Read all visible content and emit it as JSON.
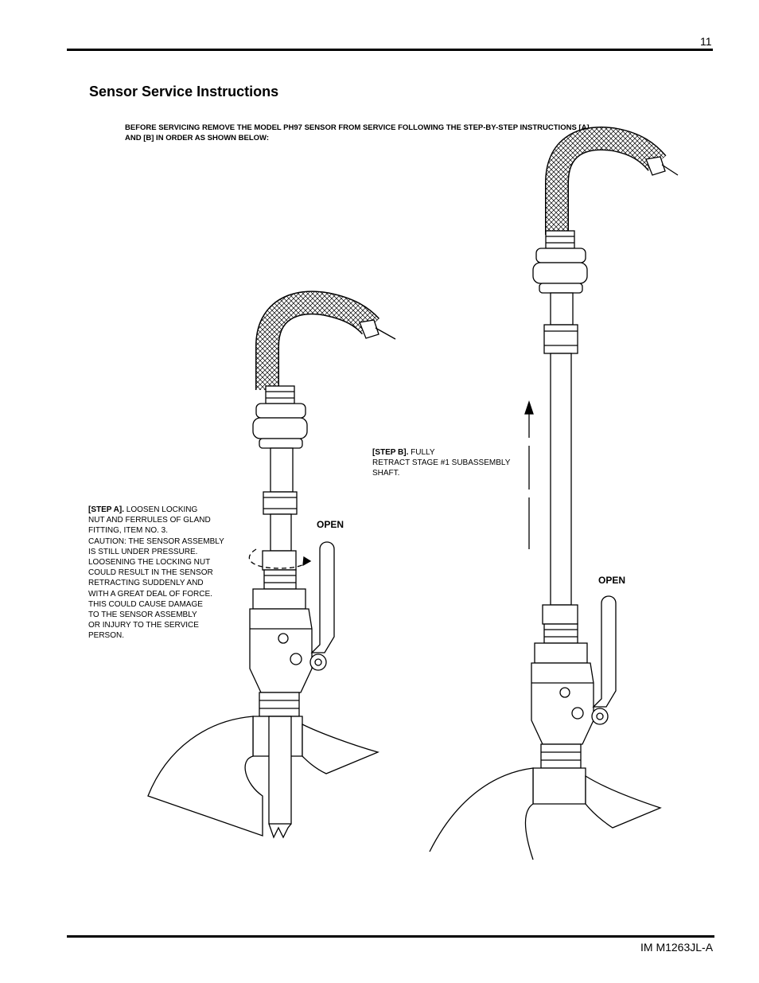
{
  "header": {
    "page_number": "11"
  },
  "title": "Sensor Service Instructions",
  "intro": "BEFORE SERVICING REMOVE THE MODEL PH97 SENSOR FROM SERVICE FOLLOWING THE STEP-BY-STEP INSTRUCTIONS [A] AND [B] IN ORDER AS SHOWN BELOW:",
  "step_a": {
    "label": "[STEP A].",
    "lines": [
      " LOOSEN LOCKING",
      "NUT AND FERRULES OF GLAND",
      "FITTING, ITEM NO. 3.",
      "CAUTION: THE SENSOR ASSEMBLY",
      "IS STILL UNDER PRESSURE.",
      "LOOSENING THE LOCKING NUT",
      "COULD RESULT IN THE SENSOR",
      "RETRACTING SUDDENLY AND",
      "WITH A GREAT DEAL OF FORCE.",
      "THIS COULD CAUSE DAMAGE",
      "TO THE SENSOR ASSEMBLY",
      "OR INJURY TO THE SERVICE",
      "PERSON."
    ]
  },
  "step_b": {
    "label": "[STEP B].",
    "lines": [
      " FULLY",
      "RETRACT STAGE #1 SUBASSEMBLY",
      "SHAFT."
    ]
  },
  "figure_a": {
    "valve_label": "OPEN"
  },
  "figure_b": {
    "valve_label": "OPEN"
  },
  "footer": {
    "doc_id": "IM M1263JL-A"
  }
}
